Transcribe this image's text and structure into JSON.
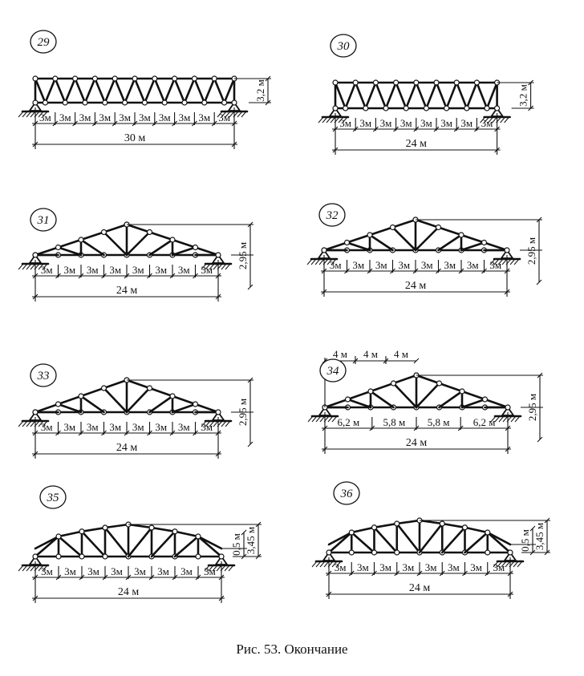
{
  "caption": "Рис. 53. Окончание",
  "trusses": [
    {
      "label": "29",
      "type": "parallel",
      "span_labels": [
        "3м",
        "3м",
        "3м",
        "3м",
        "3м",
        "3м",
        "3м",
        "3м",
        "3м",
        "3м"
      ],
      "total_label": "30 м",
      "height_label": "3,2 м"
    },
    {
      "label": "30",
      "type": "parallel",
      "span_labels": [
        "3м",
        "3м",
        "3м",
        "3м",
        "3м",
        "3м",
        "3м",
        "3м"
      ],
      "total_label": "24 м",
      "height_label": "3,2 м"
    },
    {
      "label": "31",
      "type": "triangular",
      "span_labels": [
        "3м",
        "3м",
        "3м",
        "3м",
        "3м",
        "3м",
        "3м",
        "3м"
      ],
      "total_label": "24 м",
      "height_label": "2,95 м"
    },
    {
      "label": "32",
      "type": "triangular",
      "span_labels": [
        "3м",
        "3м",
        "3м",
        "3м",
        "3м",
        "3м",
        "3м",
        "3м"
      ],
      "total_label": "24 м",
      "height_label": "2,95 м"
    },
    {
      "label": "33",
      "type": "triangular",
      "span_labels": [
        "3м",
        "3м",
        "3м",
        "3м",
        "3м",
        "3м",
        "3м",
        "3м"
      ],
      "total_label": "24 м",
      "height_label": "2,95 м"
    },
    {
      "label": "34",
      "type": "triangular-raised",
      "top_labels": [
        "4 м",
        "4 м",
        "4 м"
      ],
      "span_labels": [
        "6,2 м",
        "5,8 м",
        "5,8 м",
        "6,2 м"
      ],
      "total_label": "24 м",
      "height_label": "2,95 м"
    },
    {
      "label": "35",
      "type": "polygonal",
      "span_labels": [
        "3м",
        "3м",
        "3м",
        "3м",
        "3м",
        "3м",
        "3м",
        "3м"
      ],
      "total_label": "24 м",
      "height_label": "3,45 м",
      "end_height_label": "0,5 м"
    },
    {
      "label": "36",
      "type": "polygonal",
      "span_labels": [
        "3м",
        "3м",
        "3м",
        "3м",
        "3м",
        "3м",
        "3м",
        "3м"
      ],
      "total_label": "24 м",
      "height_label": "3,45 м",
      "end_height_label": "0,5 м"
    }
  ]
}
